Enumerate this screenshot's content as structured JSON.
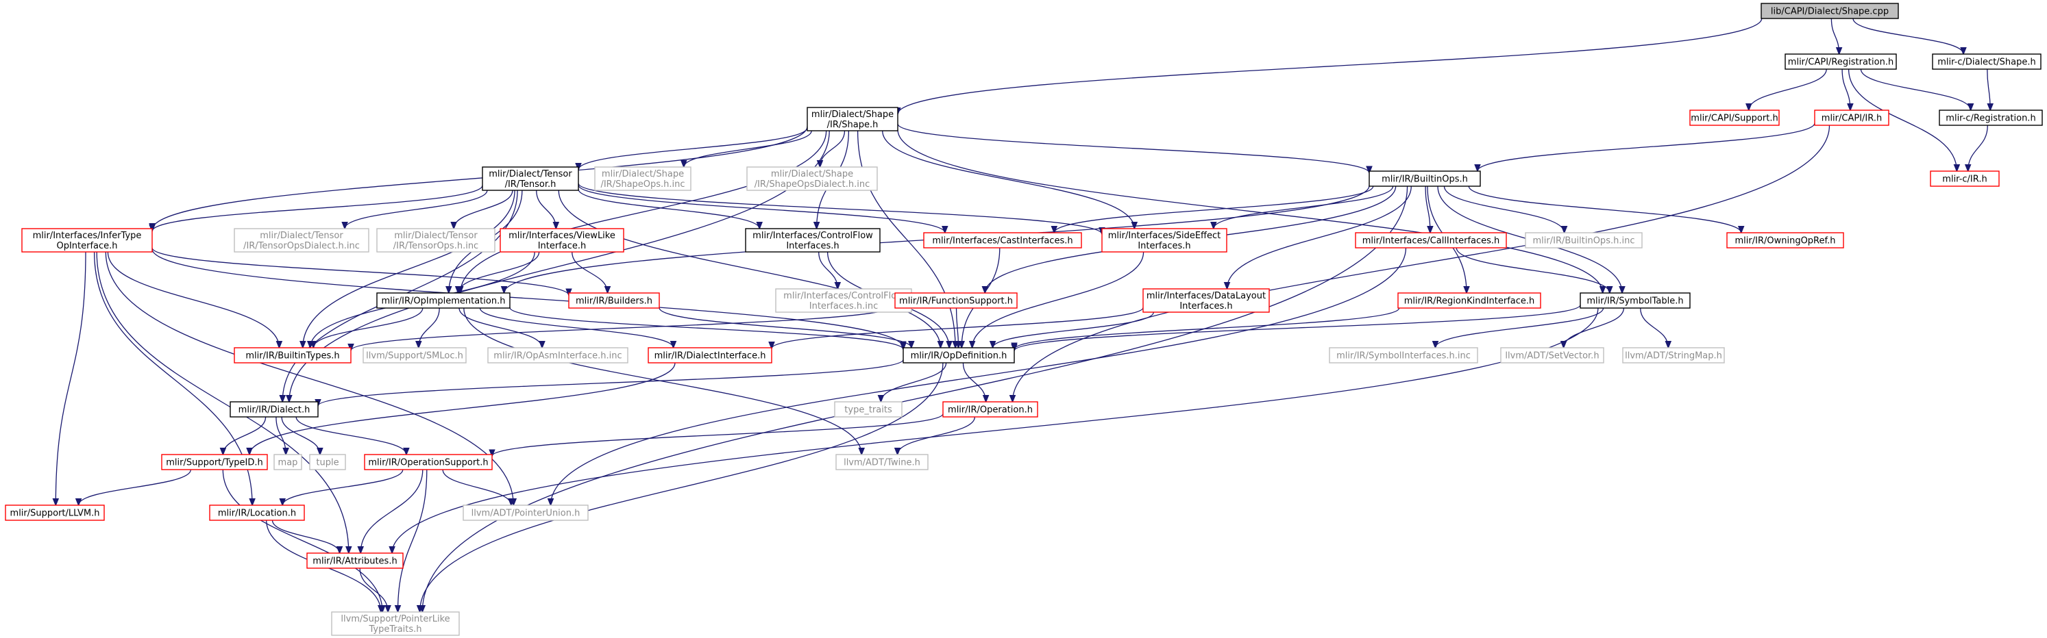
{
  "nodes": {
    "shape_cpp": {
      "lines": [
        "lib/CAPI/Dialect/Shape.cpp"
      ],
      "style": "root",
      "interactive": false
    },
    "capi_registration": {
      "lines": [
        "mlir/CAPI/Registration.h"
      ],
      "style": "black",
      "interactive": true
    },
    "mlirc_dialect_shape": {
      "lines": [
        "mlir-c/Dialect/Shape.h"
      ],
      "style": "black",
      "interactive": true
    },
    "dialect_shape": {
      "lines": [
        "mlir/Dialect/Shape",
        "/IR/Shape.h"
      ],
      "style": "black",
      "interactive": true
    },
    "capi_support": {
      "lines": [
        "mlir/CAPI/Support.h"
      ],
      "style": "red",
      "interactive": true
    },
    "capi_ir": {
      "lines": [
        "mlir/CAPI/IR.h"
      ],
      "style": "red",
      "interactive": true
    },
    "mlirc_registration": {
      "lines": [
        "mlir-c/Registration.h"
      ],
      "style": "black",
      "interactive": true
    },
    "mlirc_ir": {
      "lines": [
        "mlir-c/IR.h"
      ],
      "style": "red",
      "interactive": true
    },
    "tensor": {
      "lines": [
        "mlir/Dialect/Tensor",
        "/IR/Tensor.h"
      ],
      "style": "black",
      "interactive": true
    },
    "shape_ops_inc": {
      "lines": [
        "mlir/Dialect/Shape",
        "/IR/ShapeOps.h.inc"
      ],
      "style": "grey",
      "interactive": false
    },
    "shape_ops_dialect_inc": {
      "lines": [
        "mlir/Dialect/Shape",
        "/IR/ShapeOpsDialect.h.inc"
      ],
      "style": "grey",
      "interactive": false
    },
    "builtin_ops": {
      "lines": [
        "mlir/IR/BuiltinOps.h"
      ],
      "style": "black",
      "interactive": true
    },
    "infer_type": {
      "lines": [
        "mlir/Interfaces/InferType",
        "OpInterface.h"
      ],
      "style": "red",
      "interactive": true
    },
    "tensor_ops_dialect_inc": {
      "lines": [
        "mlir/Dialect/Tensor",
        "/IR/TensorOpsDialect.h.inc"
      ],
      "style": "grey",
      "interactive": false
    },
    "tensor_ops_inc": {
      "lines": [
        "mlir/Dialect/Tensor",
        "/IR/TensorOps.h.inc"
      ],
      "style": "grey",
      "interactive": false
    },
    "view_like": {
      "lines": [
        "mlir/Interfaces/ViewLike",
        "Interface.h"
      ],
      "style": "red",
      "interactive": true
    },
    "control_flow": {
      "lines": [
        "mlir/Interfaces/ControlFlow",
        "Interfaces.h"
      ],
      "style": "black",
      "interactive": true
    },
    "cast_interfaces": {
      "lines": [
        "mlir/Interfaces/CastInterfaces.h"
      ],
      "style": "red",
      "interactive": true
    },
    "side_effect": {
      "lines": [
        "mlir/Interfaces/SideEffect",
        "Interfaces.h"
      ],
      "style": "red",
      "interactive": true
    },
    "call_interfaces": {
      "lines": [
        "mlir/Interfaces/CallInterfaces.h"
      ],
      "style": "red",
      "interactive": true
    },
    "builtin_ops_inc": {
      "lines": [
        "mlir/IR/BuiltinOps.h.inc"
      ],
      "style": "grey",
      "interactive": false
    },
    "owning_op_ref": {
      "lines": [
        "mlir/IR/OwningOpRef.h"
      ],
      "style": "red",
      "interactive": true
    },
    "control_flow_inc": {
      "lines": [
        "mlir/Interfaces/ControlFlow",
        "Interfaces.h.inc"
      ],
      "style": "grey",
      "interactive": false
    },
    "op_implementation": {
      "lines": [
        "mlir/IR/OpImplementation.h"
      ],
      "style": "black",
      "interactive": true
    },
    "builders": {
      "lines": [
        "mlir/IR/Builders.h"
      ],
      "style": "red",
      "interactive": true
    },
    "function_support": {
      "lines": [
        "mlir/IR/FunctionSupport.h"
      ],
      "style": "red",
      "interactive": true
    },
    "data_layout": {
      "lines": [
        "mlir/Interfaces/DataLayout",
        "Interfaces.h"
      ],
      "style": "red",
      "interactive": true
    },
    "region_kind": {
      "lines": [
        "mlir/IR/RegionKindInterface.h"
      ],
      "style": "red",
      "interactive": true
    },
    "symbol_table": {
      "lines": [
        "mlir/IR/SymbolTable.h"
      ],
      "style": "black",
      "interactive": true
    },
    "builtin_types": {
      "lines": [
        "mlir/IR/BuiltinTypes.h"
      ],
      "style": "red",
      "interactive": true
    },
    "sm_loc": {
      "lines": [
        "llvm/Support/SMLoc.h"
      ],
      "style": "grey",
      "interactive": false
    },
    "op_asm_inc": {
      "lines": [
        "mlir/IR/OpAsmInterface.h.inc"
      ],
      "style": "grey",
      "interactive": false
    },
    "dialect_interface": {
      "lines": [
        "mlir/IR/DialectInterface.h"
      ],
      "style": "red",
      "interactive": true
    },
    "op_definition": {
      "lines": [
        "mlir/IR/OpDefinition.h"
      ],
      "style": "black",
      "interactive": true
    },
    "symbol_interfaces_inc": {
      "lines": [
        "mlir/IR/SymbolInterfaces.h.inc"
      ],
      "style": "grey",
      "interactive": false
    },
    "set_vector": {
      "lines": [
        "llvm/ADT/SetVector.h"
      ],
      "style": "grey",
      "interactive": false
    },
    "string_map": {
      "lines": [
        "llvm/ADT/StringMap.h"
      ],
      "style": "grey",
      "interactive": false
    },
    "ir_dialect": {
      "lines": [
        "mlir/IR/Dialect.h"
      ],
      "style": "black",
      "interactive": true
    },
    "type_traits": {
      "lines": [
        "type_traits"
      ],
      "style": "grey",
      "interactive": false
    },
    "operation": {
      "lines": [
        "mlir/IR/Operation.h"
      ],
      "style": "red",
      "interactive": true
    },
    "type_id": {
      "lines": [
        "mlir/Support/TypeID.h"
      ],
      "style": "red",
      "interactive": true
    },
    "map": {
      "lines": [
        "map"
      ],
      "style": "grey",
      "interactive": false
    },
    "tuple": {
      "lines": [
        "tuple"
      ],
      "style": "grey",
      "interactive": false
    },
    "operation_support": {
      "lines": [
        "mlir/IR/OperationSupport.h"
      ],
      "style": "red",
      "interactive": true
    },
    "twine": {
      "lines": [
        "llvm/ADT/Twine.h"
      ],
      "style": "grey",
      "interactive": false
    },
    "support_llvm": {
      "lines": [
        "mlir/Support/LLVM.h"
      ],
      "style": "red",
      "interactive": true
    },
    "location": {
      "lines": [
        "mlir/IR/Location.h"
      ],
      "style": "red",
      "interactive": true
    },
    "pointer_union": {
      "lines": [
        "llvm/ADT/PointerUnion.h"
      ],
      "style": "grey",
      "interactive": false
    },
    "attributes": {
      "lines": [
        "mlir/IR/Attributes.h"
      ],
      "style": "red",
      "interactive": true
    },
    "pointer_like": {
      "lines": [
        "llvm/Support/PointerLike",
        "TypeTraits.h"
      ],
      "style": "grey",
      "interactive": false
    }
  },
  "edges": [
    [
      "shape_cpp",
      "capi_registration"
    ],
    [
      "shape_cpp",
      "mlirc_dialect_shape"
    ],
    [
      "shape_cpp",
      "dialect_shape"
    ],
    [
      "capi_registration",
      "capi_support"
    ],
    [
      "capi_registration",
      "capi_ir"
    ],
    [
      "capi_registration",
      "mlirc_registration"
    ],
    [
      "capi_registration",
      "mlirc_ir"
    ],
    [
      "mlirc_dialect_shape",
      "mlirc_registration"
    ],
    [
      "mlirc_registration",
      "mlirc_ir"
    ],
    [
      "capi_ir",
      "builtin_ops"
    ],
    [
      "capi_ir",
      "operation"
    ],
    [
      "dialect_shape",
      "tensor"
    ],
    [
      "dialect_shape",
      "shape_ops_inc"
    ],
    [
      "dialect_shape",
      "shape_ops_dialect_inc"
    ],
    [
      "dialect_shape",
      "builtin_ops"
    ],
    [
      "dialect_shape",
      "infer_type"
    ],
    [
      "dialect_shape",
      "control_flow"
    ],
    [
      "dialect_shape",
      "side_effect"
    ],
    [
      "dialect_shape",
      "op_implementation"
    ],
    [
      "dialect_shape",
      "op_definition"
    ],
    [
      "dialect_shape",
      "ir_dialect"
    ],
    [
      "dialect_shape",
      "symbol_table"
    ],
    [
      "tensor",
      "infer_type"
    ],
    [
      "tensor",
      "tensor_ops_dialect_inc"
    ],
    [
      "tensor",
      "tensor_ops_inc"
    ],
    [
      "tensor",
      "view_like"
    ],
    [
      "tensor",
      "control_flow"
    ],
    [
      "tensor",
      "cast_interfaces"
    ],
    [
      "tensor",
      "side_effect"
    ],
    [
      "tensor",
      "op_implementation"
    ],
    [
      "tensor",
      "builtin_types"
    ],
    [
      "tensor",
      "ir_dialect"
    ],
    [
      "tensor",
      "op_definition"
    ],
    [
      "builtin_ops",
      "cast_interfaces"
    ],
    [
      "builtin_ops",
      "side_effect"
    ],
    [
      "builtin_ops",
      "call_interfaces"
    ],
    [
      "builtin_ops",
      "builtin_ops_inc"
    ],
    [
      "builtin_ops",
      "owning_op_ref"
    ],
    [
      "builtin_ops",
      "region_kind"
    ],
    [
      "builtin_ops",
      "symbol_table"
    ],
    [
      "builtin_ops",
      "data_layout"
    ],
    [
      "builtin_ops",
      "function_support"
    ],
    [
      "builtin_ops",
      "op_implementation"
    ],
    [
      "builtin_ops",
      "pointer_like"
    ],
    [
      "infer_type",
      "builtin_types"
    ],
    [
      "infer_type",
      "builders"
    ],
    [
      "infer_type",
      "op_definition"
    ],
    [
      "infer_type",
      "support_llvm"
    ],
    [
      "infer_type",
      "location"
    ],
    [
      "infer_type",
      "attributes"
    ],
    [
      "infer_type",
      "pointer_union"
    ],
    [
      "view_like",
      "op_implementation"
    ],
    [
      "view_like",
      "builders"
    ],
    [
      "view_like",
      "builtin_types"
    ],
    [
      "control_flow",
      "control_flow_inc"
    ],
    [
      "control_flow",
      "op_definition"
    ],
    [
      "cast_interfaces",
      "op_definition"
    ],
    [
      "side_effect",
      "op_definition"
    ],
    [
      "call_interfaces",
      "symbol_table"
    ],
    [
      "call_interfaces",
      "pointer_union"
    ],
    [
      "op_implementation",
      "builtin_types"
    ],
    [
      "op_implementation",
      "sm_loc"
    ],
    [
      "op_implementation",
      "op_asm_inc"
    ],
    [
      "op_implementation",
      "dialect_interface"
    ],
    [
      "op_implementation",
      "op_definition"
    ],
    [
      "op_implementation",
      "twine"
    ],
    [
      "builders",
      "op_definition"
    ],
    [
      "function_support",
      "op_definition"
    ],
    [
      "function_support",
      "builtin_types"
    ],
    [
      "data_layout",
      "op_definition"
    ],
    [
      "data_layout",
      "dialect_interface"
    ],
    [
      "region_kind",
      "op_definition"
    ],
    [
      "symbol_table",
      "op_definition"
    ],
    [
      "symbol_table",
      "symbol_interfaces_inc"
    ],
    [
      "symbol_table",
      "set_vector"
    ],
    [
      "symbol_table",
      "string_map"
    ],
    [
      "symbol_table",
      "attributes"
    ],
    [
      "op_definition",
      "ir_dialect"
    ],
    [
      "op_definition",
      "type_traits"
    ],
    [
      "op_definition",
      "operation"
    ],
    [
      "op_definition",
      "pointer_like"
    ],
    [
      "dialect_interface",
      "type_id"
    ],
    [
      "ir_dialect",
      "type_id"
    ],
    [
      "ir_dialect",
      "map"
    ],
    [
      "ir_dialect",
      "tuple"
    ],
    [
      "ir_dialect",
      "operation_support"
    ],
    [
      "operation",
      "operation_support"
    ],
    [
      "operation",
      "twine"
    ],
    [
      "type_id",
      "support_llvm"
    ],
    [
      "type_id",
      "pointer_like"
    ],
    [
      "operation_support",
      "location"
    ],
    [
      "operation_support",
      "attributes"
    ],
    [
      "operation_support",
      "pointer_union"
    ],
    [
      "operation_support",
      "pointer_like"
    ],
    [
      "location",
      "attributes"
    ],
    [
      "location",
      "pointer_like"
    ],
    [
      "attributes",
      "pointer_like"
    ]
  ],
  "colors": {
    "edge": "#191970",
    "root_fill": "#bfbfbf",
    "black_border": "#000000",
    "red_border": "#ff0000",
    "grey_border": "#bfbfbf",
    "text_normal": "#000000",
    "text_grey": "#8c8c8c"
  }
}
